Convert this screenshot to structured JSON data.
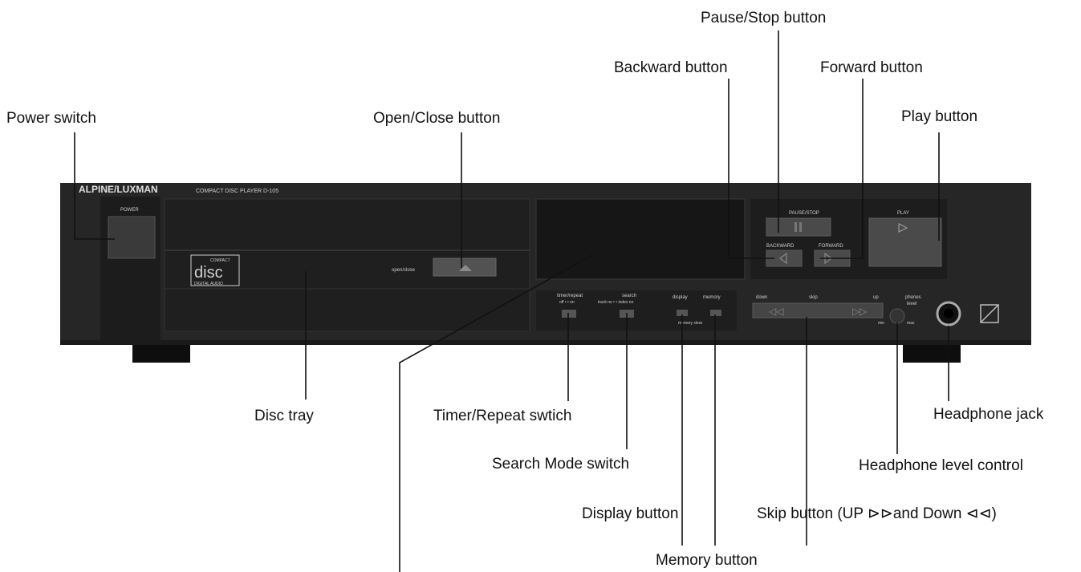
{
  "brand": {
    "logo": "ALPINE/LUXMAN",
    "model": "COMPACT DISC PLAYER D-105"
  },
  "panel_labels": {
    "power": "POWER",
    "disc_logo_top": "COMPACT",
    "disc_logo_main": "disc",
    "disc_logo_bottom": "DIGITAL AUDIO",
    "open_close": "open/close",
    "pause_stop": "PAUSE/STOP",
    "backward": "BACKWARD",
    "forward": "FORWARD",
    "play": "PLAY",
    "timer_repeat": "timer/repeat",
    "timer_repeat_sub": "off • • on",
    "search": "search",
    "search_sub": "track no • • index no",
    "display": "display",
    "memory": "memory",
    "memory_clear": "memory clear",
    "down": "down",
    "skip": "skip",
    "up": "up",
    "phones": "phones",
    "level": "level",
    "min": "min",
    "max": "max"
  },
  "callouts": {
    "pause_stop": "Pause/Stop button",
    "backward": "Backward button",
    "forward": "Forward button",
    "power": "Power switch",
    "open_close": "Open/Close button",
    "play": "Play button",
    "disc_tray": "Disc tray",
    "timer_repeat": "Timer/Repeat swtich",
    "headphone_jack": "Headphone jack",
    "search_mode": "Search Mode switch",
    "headphone_level": "Headphone level control",
    "display": "Display button",
    "skip": "Skip button (UP ⊳⊳and Down ⊲⊲)",
    "memory": "Memory button"
  },
  "colors": {
    "panel": "#232323",
    "panel_dark": "#111111",
    "button": "#4a4a4a",
    "label_text": "#cfcfcf",
    "leader_line": "#111111"
  }
}
